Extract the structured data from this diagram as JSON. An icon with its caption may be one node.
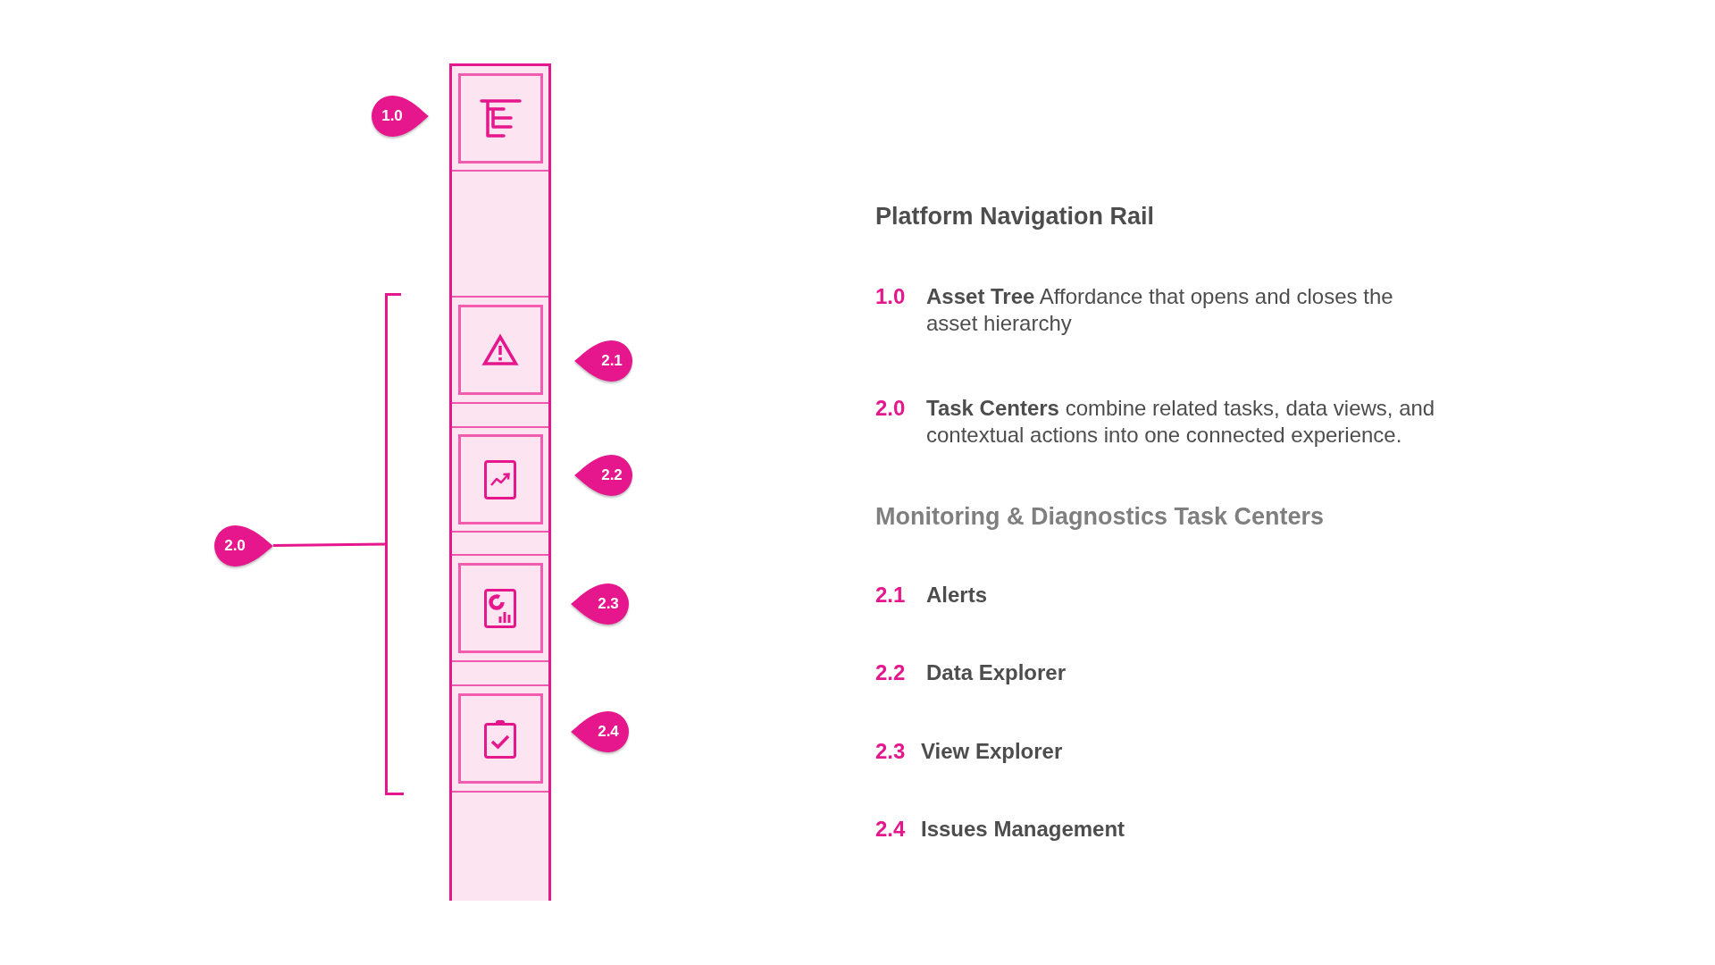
{
  "diagram": {
    "title": "Platform Navigation Rail",
    "nodes": [
      {
        "text": [
          "1.0"
        ]
      },
      {
        "text": [
          "2.0"
        ]
      },
      {
        "text": [
          "2.1"
        ]
      },
      {
        "text": [
          "2.2"
        ]
      },
      {
        "text": [
          "2.3"
        ]
      },
      {
        "text": [
          "2.4"
        ]
      },
      {
        "text": [],
        "shape": "bracket"
      }
    ],
    "edges": [
      {
        "from": 1,
        "to": 6,
        "arrow": "none"
      }
    ],
    "labels": [
      "1.0",
      "**Asset Tree** Affordance that opens and closes the asset hierarchy",
      "2.0",
      "**Task Centers** combine related tasks, data views, and contextual actions into one connected experience.",
      "Monitoring & Diagnostics Task Centers",
      "2.1",
      "Alerts",
      "2.2",
      "Data Explorer",
      "2.3",
      "View Explorer",
      "2.4",
      "Issues Management"
    ]
  }
}
